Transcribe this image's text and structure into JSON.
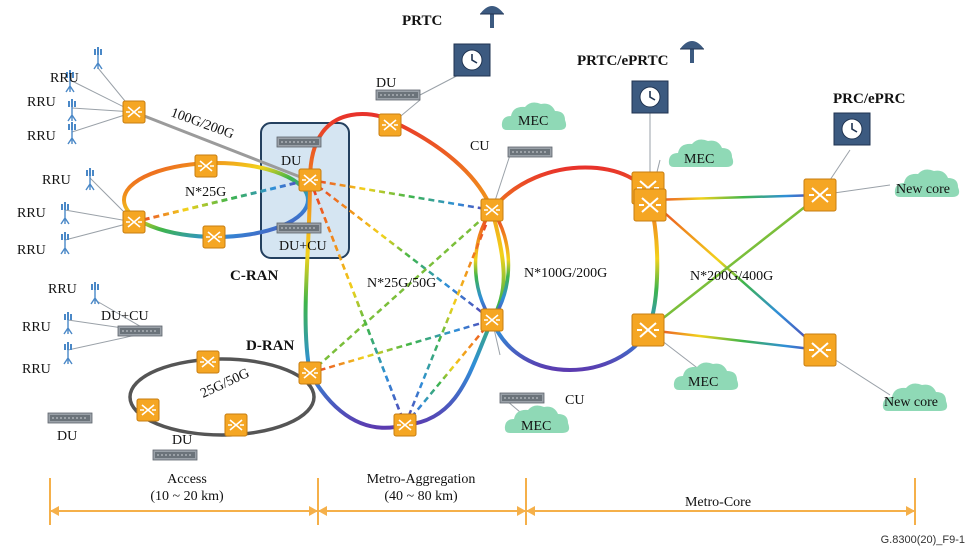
{
  "nodes": {
    "rru": "RRU",
    "du": "DU",
    "cu": "CU",
    "du_cu": "DU+CU",
    "mec": "MEC",
    "new_core": "New core",
    "prtc": "PRTC",
    "prtc_eprtc": "PRTC/ePRTC",
    "prc_eprc": "PRC/ePRC"
  },
  "labels": {
    "link_100g_200g": "100G/200G",
    "n25g": "N*25G",
    "c_ran": "C-RAN",
    "d_ran": "D-RAN",
    "g25_50": "25G/50G",
    "n25_50": "N*25G/50G",
    "n100_200": "N*100G/200G",
    "n200_400": "N*200G/400G"
  },
  "segments": [
    {
      "name": "Access",
      "range": "(10 ~ 20 km)"
    },
    {
      "name": "Metro-Aggregation",
      "range": "(40 ~ 80 km)"
    },
    {
      "name": "Metro-Core",
      "range": ""
    }
  ],
  "caption": "G.8300(20)_F9-1",
  "colors": {
    "switch": "#F5A623",
    "cloud": "#8FD9B6",
    "clock_box": "#3C5A80",
    "cran_box": "#D5E5F2",
    "axis": "#F5B04A"
  }
}
